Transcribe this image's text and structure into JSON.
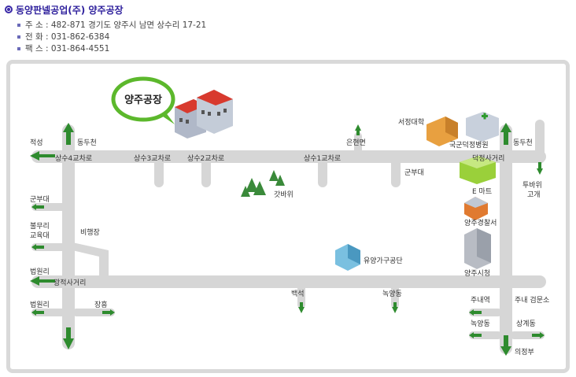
{
  "header": {
    "title": "동양판넬공업(주) 양주공장",
    "address": "주 소 : 482-871 경기도 양주시 남면 상수리 17-21",
    "phone": "전 화 : 031-862-6384",
    "fax": "팩 스 : 031-864-4551"
  },
  "map": {
    "factory_bubble": "양주공장",
    "labels": {
      "jeokseong": "적성",
      "dongducheon_left": "동두천",
      "sangsu4": "상수4교차로",
      "sangsu3": "상수3교차로",
      "sangsu2": "상수2교차로",
      "sangsu1": "상수1교차로",
      "eunhyeon": "은현면",
      "seojeong_univ": "서정대학",
      "armed_forces_hospital": "국군덕정병원",
      "dongducheon_right": "동두천",
      "deokjeong_crossroad": "덕정사거리",
      "army_unit_mid": "군부대",
      "emart": "E 마트",
      "tubawi": "투바위\n고개",
      "gatbawi": "갓바위",
      "army_unit_left": "군부대",
      "bulmuri": "불무리\n교육대",
      "airfield": "비행장",
      "yangju_police": "양주경찰서",
      "furniture_complex": "유양가구공단",
      "yangju_city_hall": "양주시청",
      "beobwonri_top": "법원리",
      "gwangjeok": "광적사거리",
      "baekseok": "백석",
      "nogyang_mid": "녹양동",
      "beobwonri_bottom": "법원리",
      "janghung": "장흥",
      "junaeyeok": "주내역",
      "junae_checkpoint": "주내 검문소",
      "nogyang_right": "녹양동",
      "sanggye": "상계동",
      "uijeongbu": "의정부"
    }
  },
  "colors": {
    "road": "#d6d6d6",
    "arrow_green": "#2e8b2e",
    "title_purple": "#2d1f9c",
    "bubble_green": "#5cb82c",
    "building_red": "#d83a2e"
  }
}
